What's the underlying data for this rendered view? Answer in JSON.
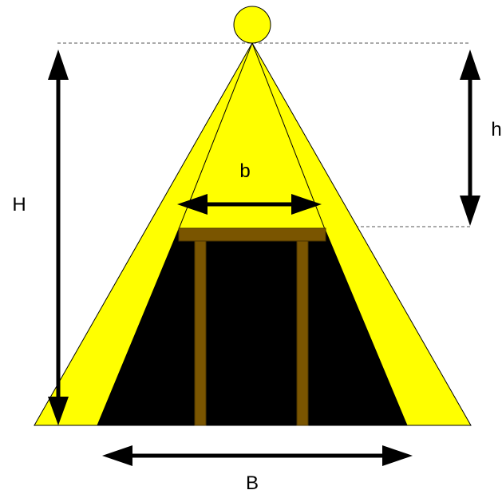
{
  "labels": {
    "H": "H",
    "h": "h",
    "b": "b",
    "B": "B"
  },
  "colors": {
    "background": "#ffffff",
    "light_cone": "#ffff00",
    "shadow": "#000000",
    "table": "#7a5500",
    "table_outline": "#4a3300",
    "arrow": "#000000",
    "guide_line": "#555555"
  }
}
